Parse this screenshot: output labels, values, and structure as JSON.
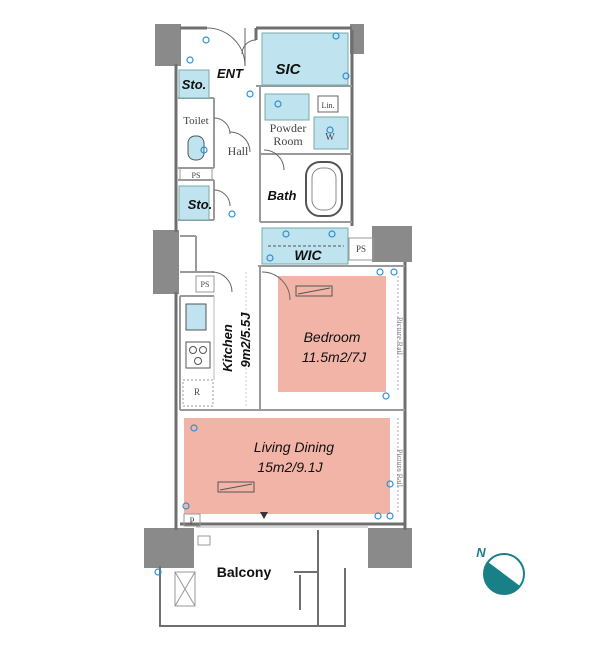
{
  "rooms": {
    "ent": "ENT",
    "sic": "SIC",
    "storage_top": "Sto.",
    "storage_mid": "Sto.",
    "toilet": "Toilet",
    "hall": "Hall",
    "powder_room_line1": "Powder",
    "powder_room_line2": "Room",
    "linen": "Lin.",
    "washer": "W",
    "bath": "Bath",
    "wic": "WIC",
    "ps_right": "PS",
    "ps_left_top": "PS",
    "ps_left_mid": "PS",
    "kitchen_name": "Kitchen",
    "kitchen_area": "9m2/5.5J",
    "refrigerator": "R",
    "bedroom_name": "Bedroom",
    "bedroom_area": "11.5m2/7J",
    "living_name": "Living Dining",
    "living_area": "15m2/9.1J",
    "picture_rail_1": "Picture Rail",
    "picture_rail_2": "Picture Rail",
    "pipe": "P",
    "balcony": "Balcony"
  },
  "compass": {
    "label": "N"
  },
  "colors": {
    "wall": "#6f6f6f",
    "column": "#8a8a8a",
    "storage_fill": "#bfe3ef",
    "room_fill": "#f2b4a6",
    "outline": "#9a9a9a",
    "electric": "#2f8fd0",
    "compass": "#1a8088"
  }
}
